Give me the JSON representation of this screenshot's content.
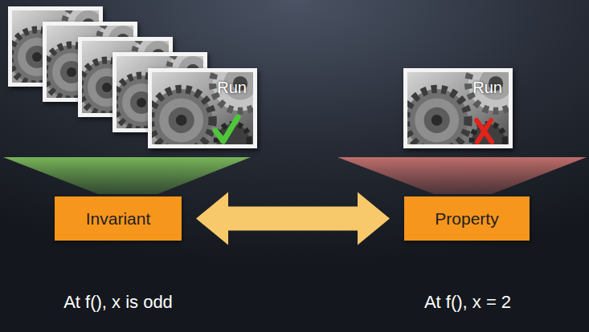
{
  "diagram": {
    "nodes": [
      {
        "text": [
          "Run"
        ]
      },
      {
        "text": [
          "Run"
        ]
      },
      {
        "text": [
          "Invariant"
        ]
      },
      {
        "text": [
          "Property"
        ]
      }
    ],
    "edges": [
      {
        "from": 2,
        "to": 3,
        "arrow": "both"
      }
    ],
    "labels": [
      "At f(), x is odd",
      "At f(), x = 2"
    ]
  }
}
